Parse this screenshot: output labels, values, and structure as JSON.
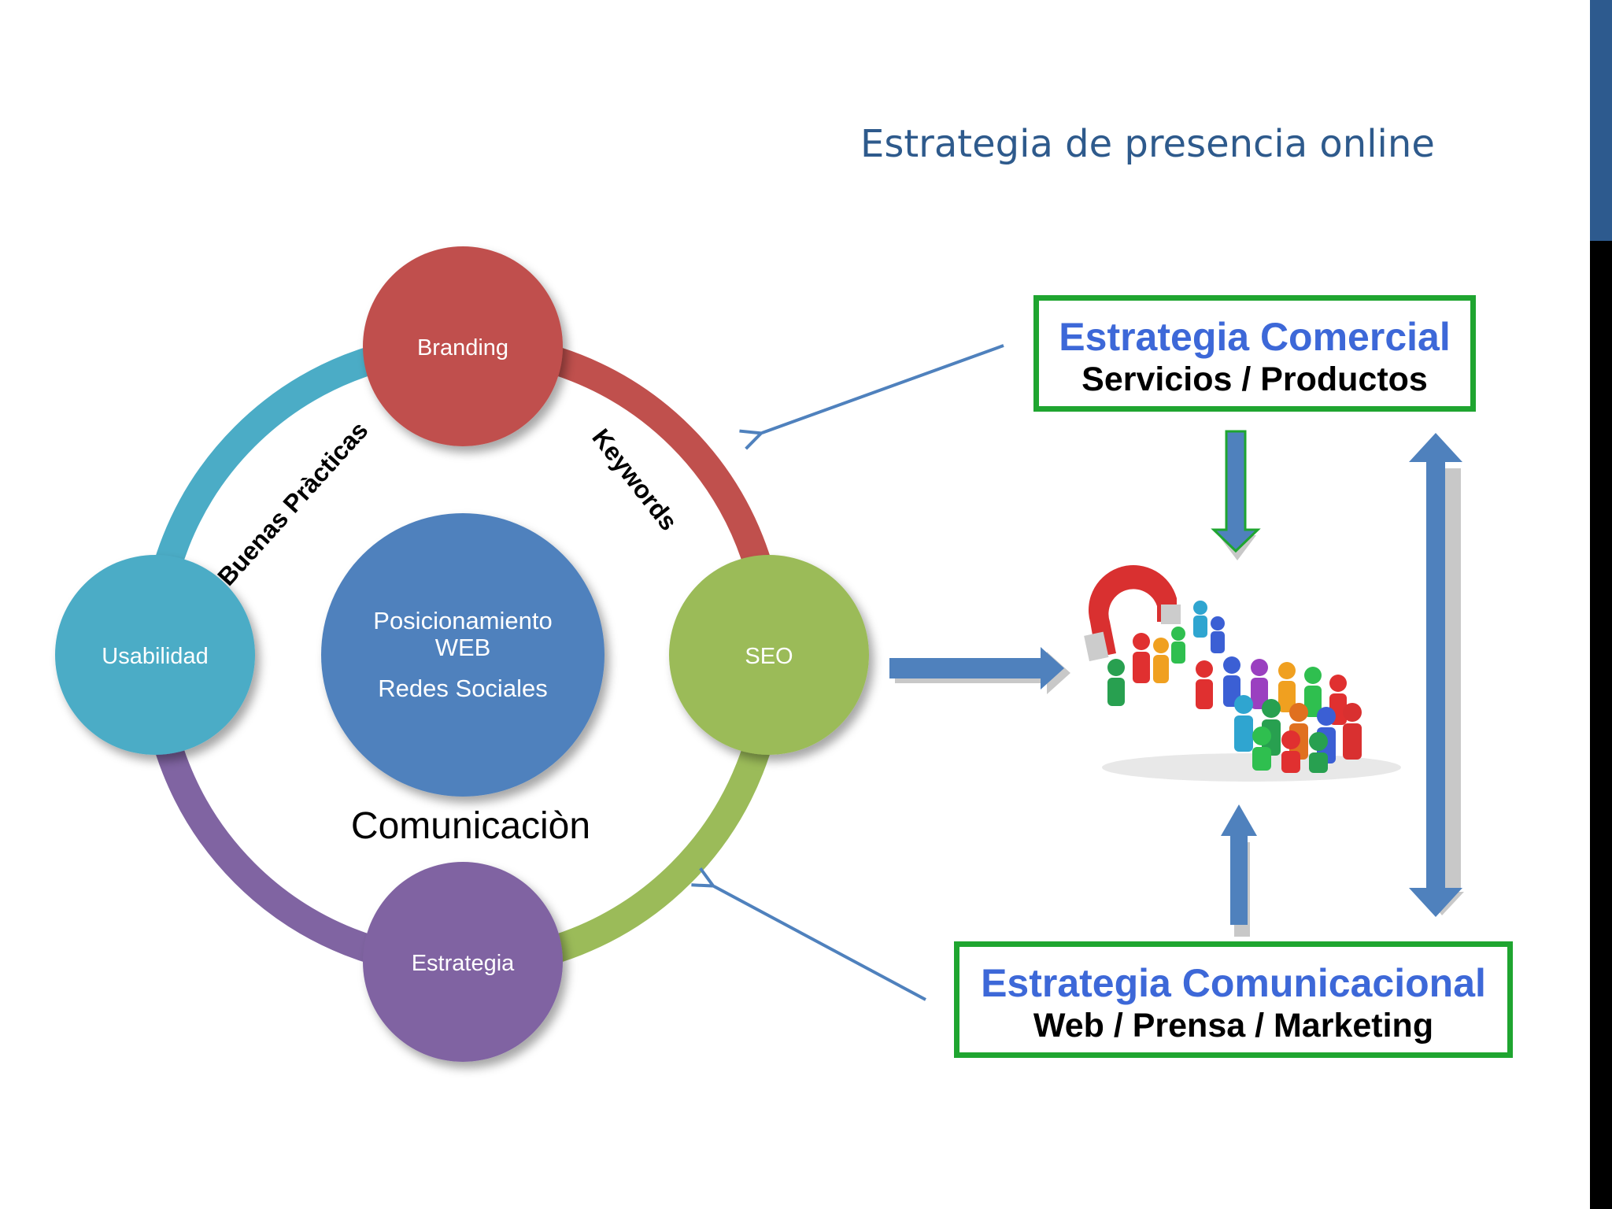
{
  "title": "Estrategia de presencia online",
  "cycle": {
    "nodes": {
      "top": "Branding",
      "left": "Usabilidad",
      "right": "SEO",
      "bottom": "Estrategia"
    },
    "center": {
      "line1": "Posicionamiento",
      "line2": "WEB",
      "line3": "Redes Sociales"
    },
    "arc_labels": {
      "left": "Buenas Pràcticas",
      "right": "Keywords"
    },
    "caption": "Comunicaciòn"
  },
  "boxes": {
    "comercial": {
      "title": "Estrategia Comercial",
      "subtitle": "Servicios / Productos"
    },
    "comunicacional": {
      "title": "Estrategia Comunicacional",
      "subtitle": "Web / Prensa / Marketing"
    }
  },
  "colors": {
    "branding": "#c0504d",
    "usabilidad": "#4bacc6",
    "seo": "#9bbb59",
    "estrategia": "#8064a2",
    "center": "#4f81bd",
    "box_border": "#1fa530",
    "box_title": "#3d68d8",
    "arrow": "#4f81bd"
  },
  "icons": [
    "magnet-icon",
    "people-crowd-icon"
  ]
}
